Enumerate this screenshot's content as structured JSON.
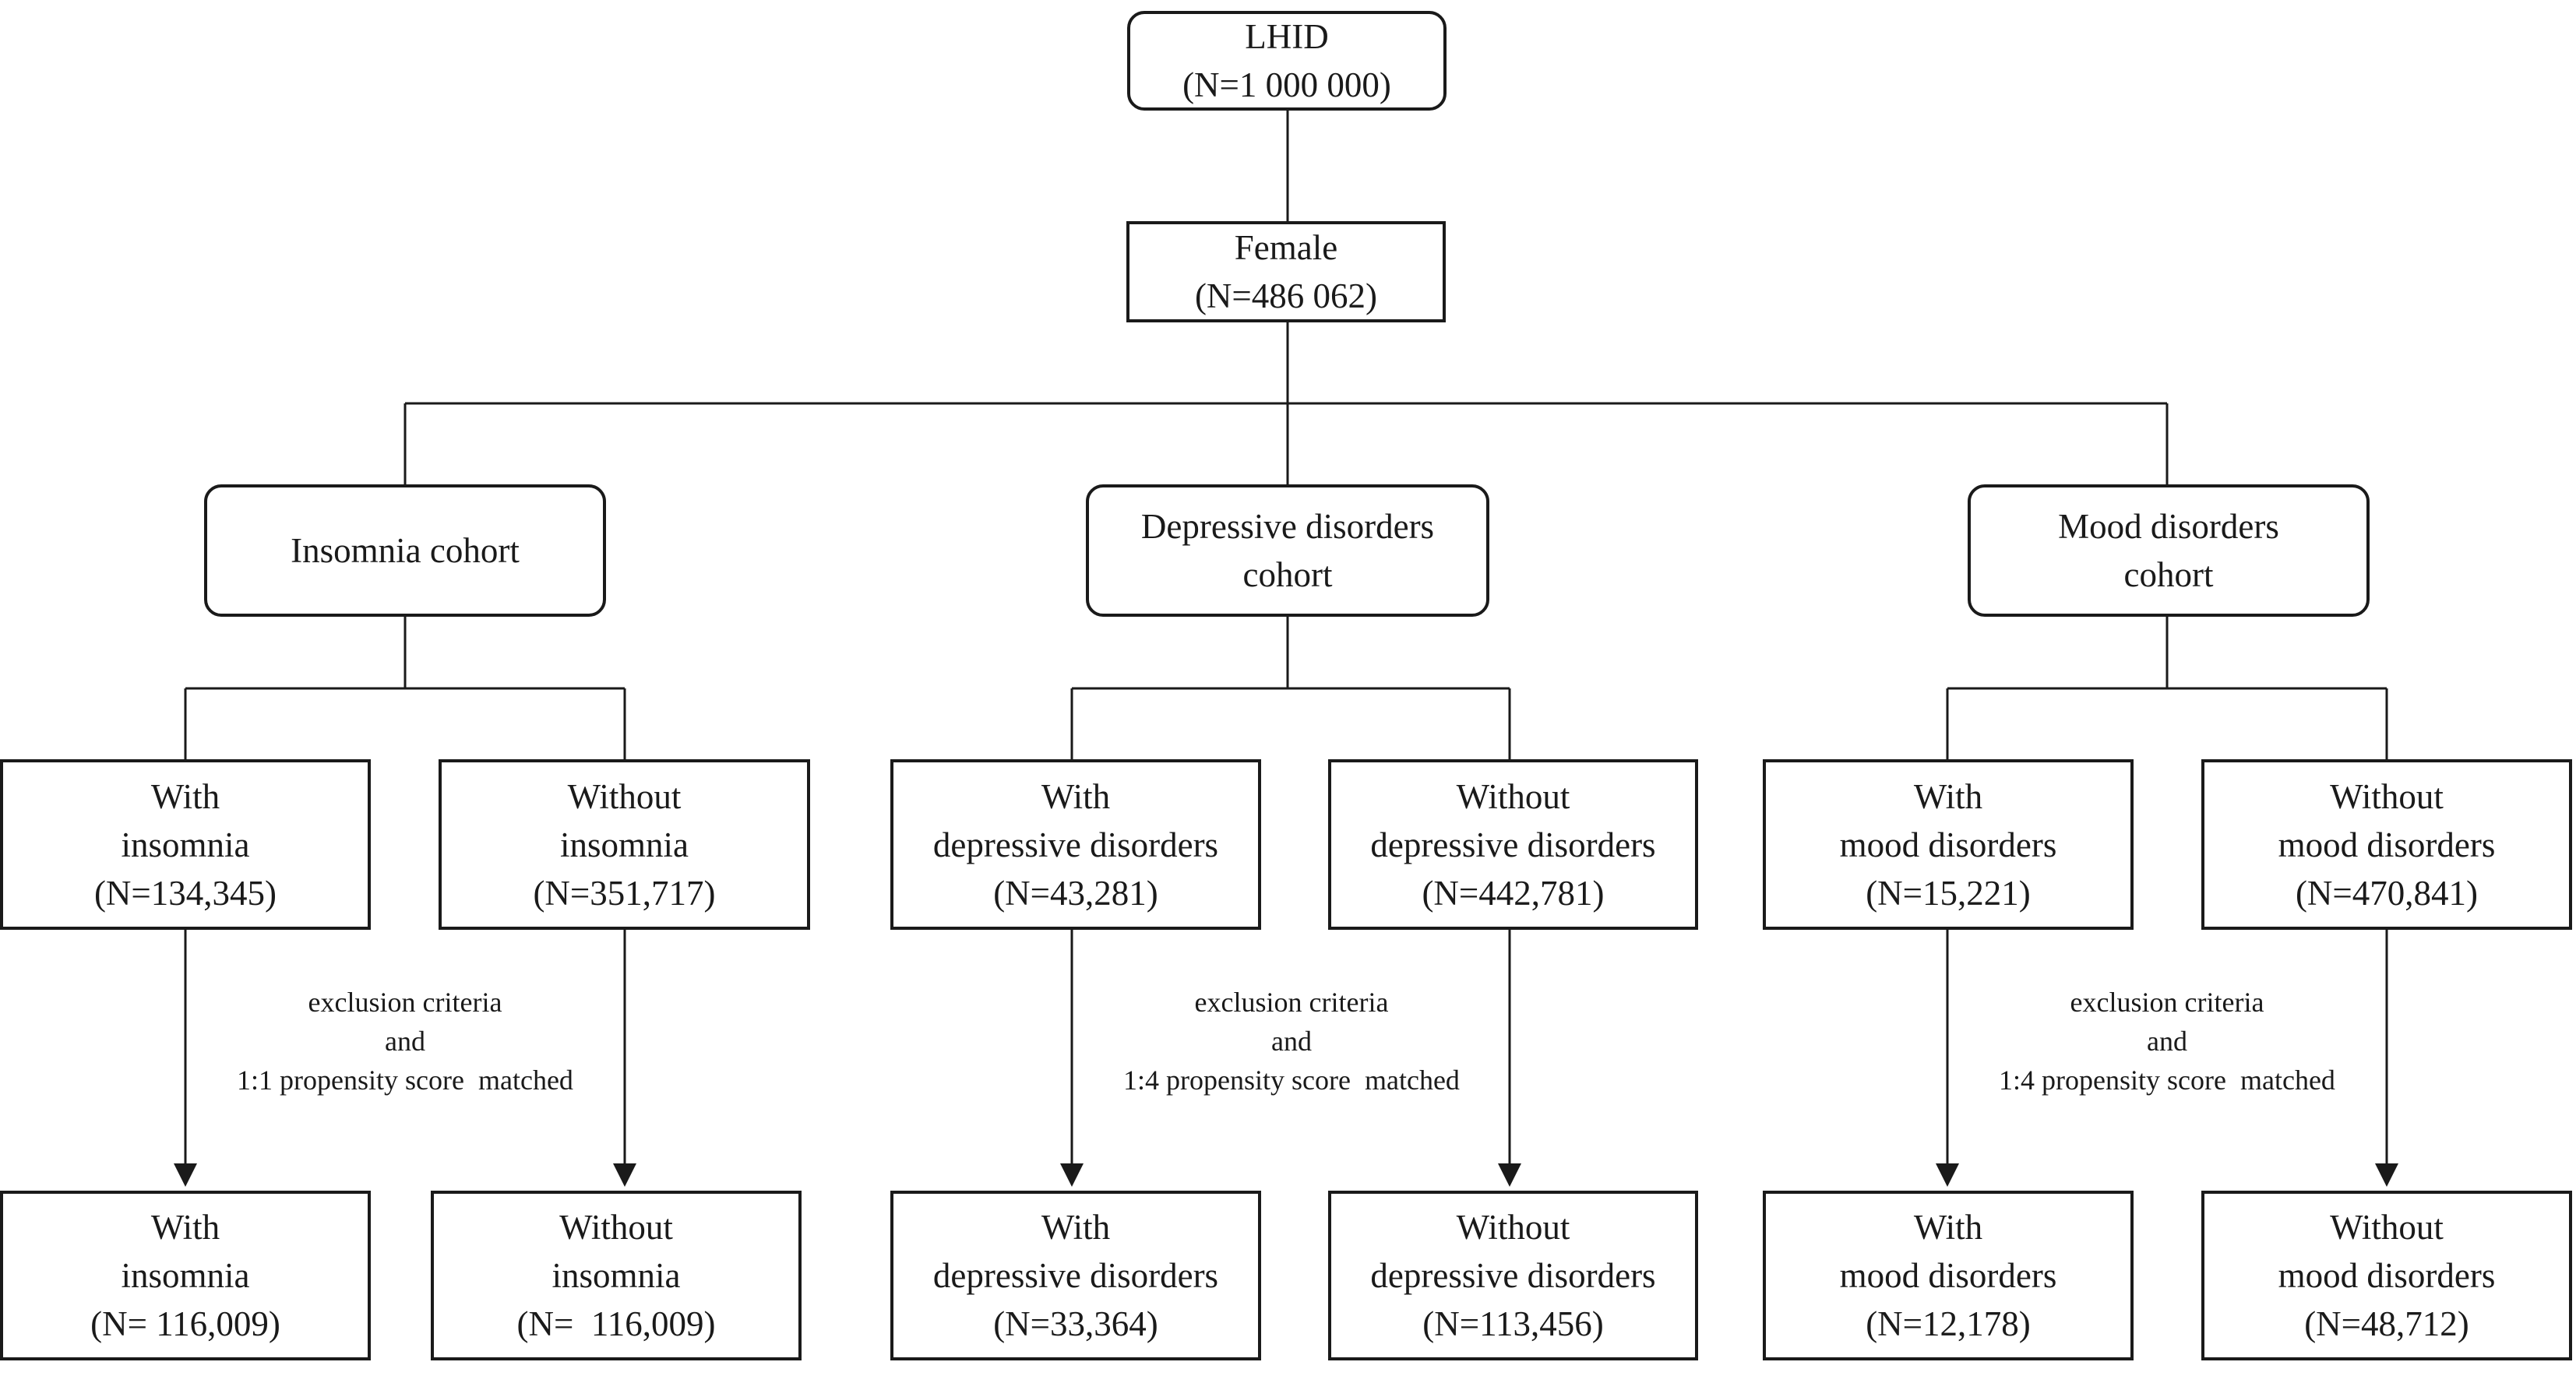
{
  "diagram": {
    "top": {
      "line1": "LHID",
      "line2": "(N=1 000 000)"
    },
    "female": {
      "line1": "Female",
      "line2": "(N=486 062)"
    },
    "cohorts": {
      "insomnia": {
        "line1": "Insomnia cohort"
      },
      "depressive": {
        "line1": "Depressive disorders",
        "line2": "cohort"
      },
      "mood": {
        "line1": "Mood disorders",
        "line2": "cohort"
      }
    },
    "groups": {
      "insomnia_with": {
        "line1": "With",
        "line2": "insomnia",
        "line3": "(N=134,345)"
      },
      "insomnia_without": {
        "line1": "Without",
        "line2": "insomnia",
        "line3": "(N=351,717)"
      },
      "depressive_with": {
        "line1": "With",
        "line2": "depressive disorders",
        "line3": "(N=43,281)"
      },
      "depressive_without": {
        "line1": "Without",
        "line2": "depressive disorders",
        "line3": "(N=442,781)"
      },
      "mood_with": {
        "line1": "With",
        "line2": "mood disorders",
        "line3": "(N=15,221)"
      },
      "mood_without": {
        "line1": "Without",
        "line2": "mood disorders",
        "line3": "(N=470,841)"
      }
    },
    "matched": {
      "insomnia_with": {
        "line1": "With",
        "line2": "insomnia",
        "line3": "(N= 116,009)"
      },
      "insomnia_without": {
        "line1": "Without",
        "line2": "insomnia",
        "line3": "(N=  116,009)"
      },
      "depressive_with": {
        "line1": "With",
        "line2": "depressive disorders",
        "line3": "(N=33,364)"
      },
      "depressive_without": {
        "line1": "Without",
        "line2": "depressive disorders",
        "line3": "(N=113,456)"
      },
      "mood_with": {
        "line1": "With",
        "line2": "mood disorders",
        "line3": "(N=12,178)"
      },
      "mood_without": {
        "line1": "Without",
        "line2": "mood disorders",
        "line3": "(N=48,712)"
      }
    },
    "notes": {
      "insomnia": {
        "line1": "exclusion criteria",
        "line2": "and",
        "line3": "1:1 propensity score  matched"
      },
      "depressive": {
        "line1": "exclusion criteria",
        "line2": "and",
        "line3": "1:4 propensity score  matched"
      },
      "mood": {
        "line1": "exclusion criteria",
        "line2": "and",
        "line3": "1:4 propensity score  matched"
      }
    }
  }
}
